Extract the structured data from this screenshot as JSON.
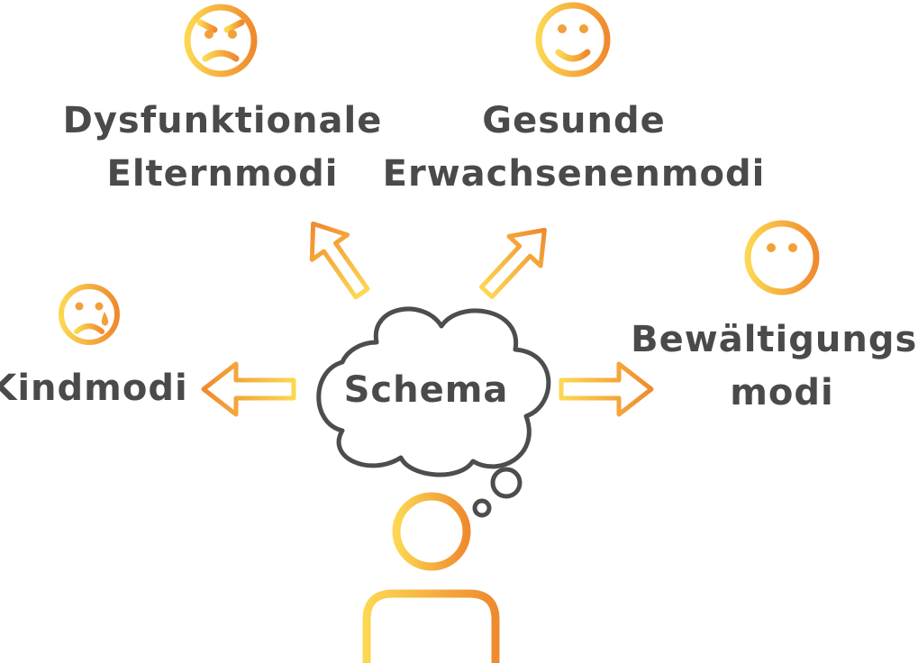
{
  "center": {
    "label": "Schema"
  },
  "modes": {
    "parent": {
      "line1": "Dysfunktionale",
      "line2": "Elternmodi",
      "icon": "angry-face-icon"
    },
    "adult": {
      "line1": "Gesunde",
      "line2": "Erwachsenenmodi",
      "icon": "smiling-face-icon"
    },
    "child": {
      "line1": "Kindmodi",
      "icon": "crying-face-icon"
    },
    "coping": {
      "line1": "Bewältigungs-",
      "line2": "modi",
      "icon": "neutral-face-icon"
    }
  },
  "colors": {
    "gradient_start": "#fcd752",
    "gradient_end": "#ef8a2e",
    "text": "#4a4a4a",
    "cloud_stroke": "#4d4d4d"
  }
}
